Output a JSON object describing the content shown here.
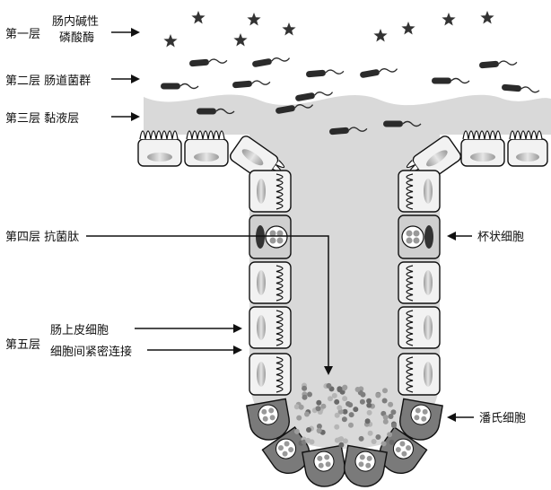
{
  "layers": {
    "layer1_title": "第一层",
    "layer1_line1": "肠内碱性",
    "layer1_line2": "磷酸酶",
    "layer2": "第二层 肠道菌群",
    "layer3": "第三层 黏液层",
    "layer4": "第四层 抗菌肽",
    "layer5_title": "第五层",
    "layer5_line1": "肠上皮细胞",
    "layer5_line2": "细胞间紧密连接"
  },
  "cells": {
    "goblet": "杯状细胞",
    "paneth": "潘氏细胞"
  },
  "colors": {
    "mucus": "#d9d9d9",
    "cell_fill": "#f2f2f2",
    "paneth_fill": "#7a7a7a",
    "star": "#333333",
    "bacteria": "#2b2b2b"
  }
}
